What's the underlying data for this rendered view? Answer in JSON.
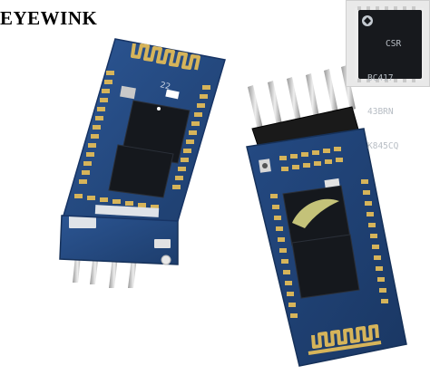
{
  "brand": {
    "text": "EYEWINK"
  },
  "inset_chip": {
    "lines": [
      "CSR",
      "BC417",
      "43BRN",
      "K845CQ"
    ]
  },
  "module_labels": {
    "left_board_text": "22"
  },
  "icons": {
    "logo": "csr-logo-icon",
    "antenna": "pcb-antenna-icon"
  },
  "colors": {
    "pcb_blue": "#1f3f72",
    "pcb_edge": "#2c5694",
    "gold_pad": "#d6b45a",
    "chip_black": "#15181d",
    "header_black": "#1a1a1a",
    "pin_silver": "#c9c9c9",
    "background": "#ffffff"
  }
}
